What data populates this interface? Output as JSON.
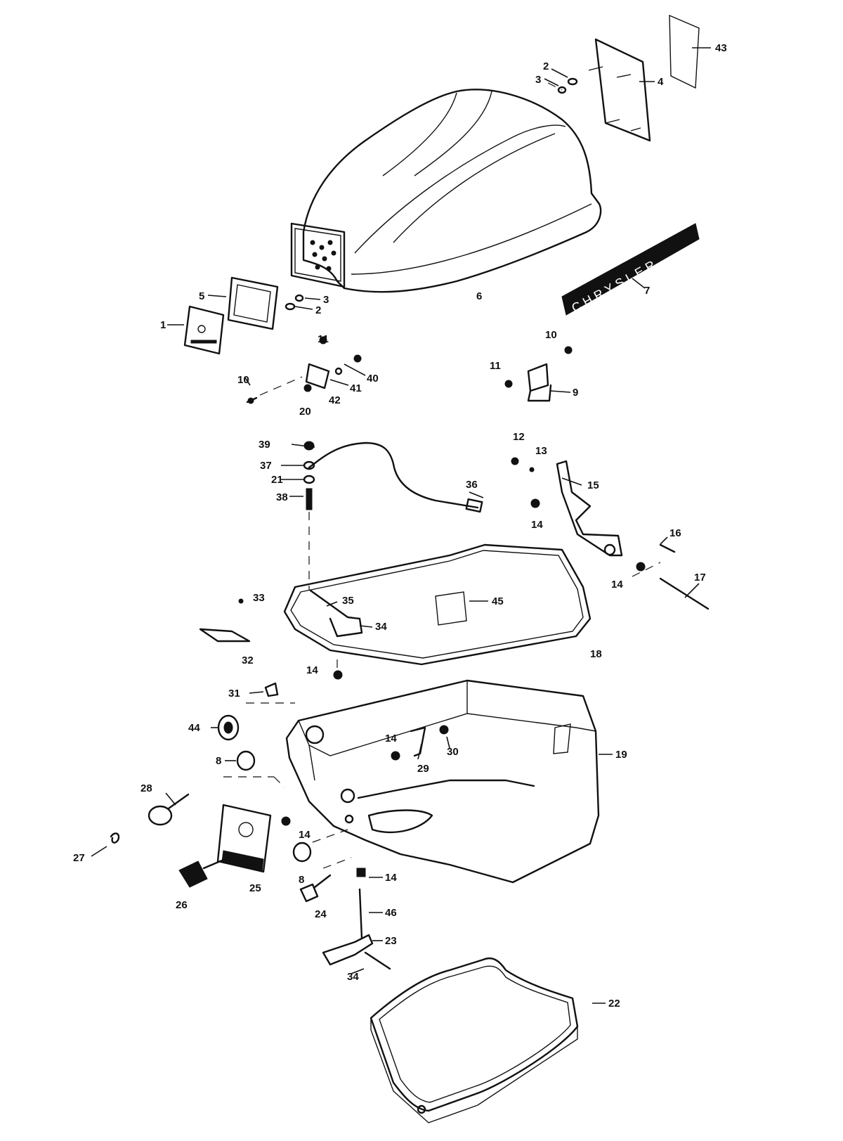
{
  "decal_brand": "CHRYSLER",
  "callouts": {
    "c1": "1",
    "c2a": "2",
    "c2b": "2",
    "c3a": "3",
    "c3b": "3",
    "c4": "4",
    "c5": "5",
    "c6": "6",
    "c7": "7",
    "c8a": "8",
    "c8b": "8",
    "c9": "9",
    "c10a": "10",
    "c10b": "10",
    "c11a": "11",
    "c11b": "11",
    "c12": "12",
    "c13": "13",
    "c14a": "14",
    "c14b": "14",
    "c14c": "14",
    "c14d": "14",
    "c14e": "14",
    "c14f": "14",
    "c15": "15",
    "c16": "16",
    "c17": "17",
    "c18": "18",
    "c19": "19",
    "c20": "20",
    "c21": "21",
    "c22": "22",
    "c23": "23",
    "c24": "24",
    "c25": "25",
    "c26": "26",
    "c27": "27",
    "c28": "28",
    "c29": "29",
    "c30": "30",
    "c31": "31",
    "c32": "32",
    "c33": "33",
    "c34a": "34",
    "c34b": "34",
    "c35": "35",
    "c36": "36",
    "c37": "37",
    "c38": "38",
    "c39": "39",
    "c40": "40",
    "c41": "41",
    "c42": "42",
    "c43": "43",
    "c44": "44",
    "c45": "45",
    "c46": "46"
  }
}
